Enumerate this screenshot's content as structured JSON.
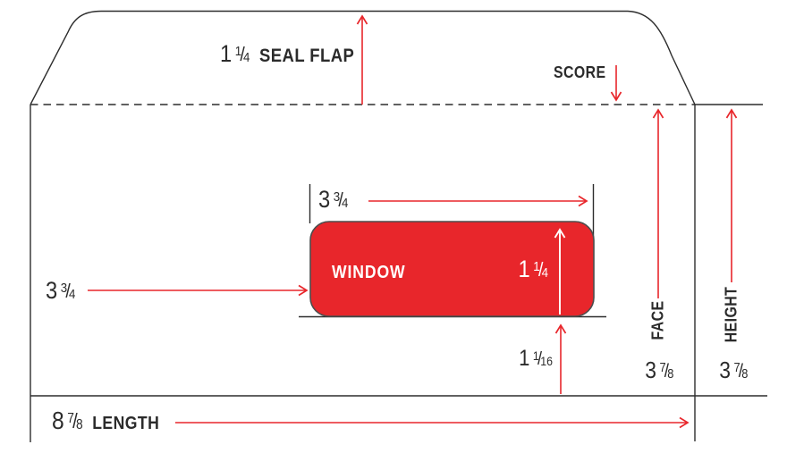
{
  "colors": {
    "red": "#e8262b",
    "line": "#2d2d2d",
    "text": "#2b2b2b",
    "window_fill": "#e8262b",
    "window_stroke": "#4d4d4d",
    "window_text": "#ffffff"
  },
  "diagram": {
    "seal_flap": {
      "dim": {
        "w": "1",
        "n": "1",
        "d": "4"
      },
      "label": "SEAL FLAP"
    },
    "score_label": "SCORE",
    "window": {
      "label": "WINDOW",
      "width_dim": {
        "w": "3",
        "n": "3",
        "d": "4"
      },
      "height_dim": {
        "w": "1",
        "n": "1",
        "d": "4"
      },
      "left_dim": {
        "w": "3",
        "n": "3",
        "d": "4"
      },
      "bottom_dim": {
        "w": "1",
        "n": "1",
        "d": "16"
      }
    },
    "face": {
      "label": "FACE",
      "dim": {
        "w": "3",
        "n": "7",
        "d": "8"
      }
    },
    "height": {
      "label": "HEIGHT",
      "dim": {
        "w": "3",
        "n": "7",
        "d": "8"
      }
    },
    "length": {
      "dim": {
        "w": "8",
        "n": "7",
        "d": "8"
      },
      "label": "LENGTH"
    }
  }
}
